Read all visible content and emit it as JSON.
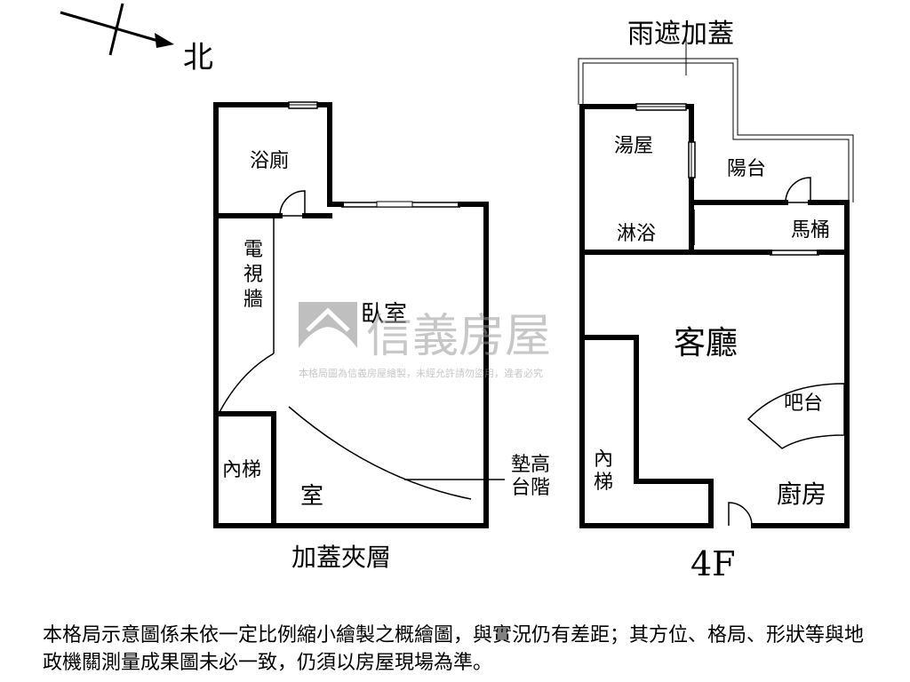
{
  "compass": {
    "label": "北"
  },
  "mezzanine": {
    "title": "加蓋夾層",
    "rooms": {
      "bathroom": "浴廁",
      "tv_wall": "電視牆",
      "bedroom_top": "臥室",
      "bedroom_bottom": "室",
      "stairs": "內梯",
      "raised_step": "墊高台階"
    }
  },
  "floor4": {
    "title": "4F",
    "canopy": "雨遮加蓋",
    "rooms": {
      "bath_room": "湯屋",
      "balcony": "陽台",
      "shower": "淋浴",
      "toilet": "馬桶",
      "living_room": "客廳",
      "bar": "吧台",
      "stairs": "內梯",
      "kitchen": "廚房"
    }
  },
  "watermark": {
    "brand": "信義房屋",
    "notice": "本格局圖為信義房屋繪製，未經允許請勿盜用，違者必究"
  },
  "disclaimer": "本格局示意圖係未依一定比例縮小繪製之概繪圖，與實況仍有差距；其方位、格局、形狀等與地政機關測量成果圖未必一致，仍須以房屋現場為準。"
}
